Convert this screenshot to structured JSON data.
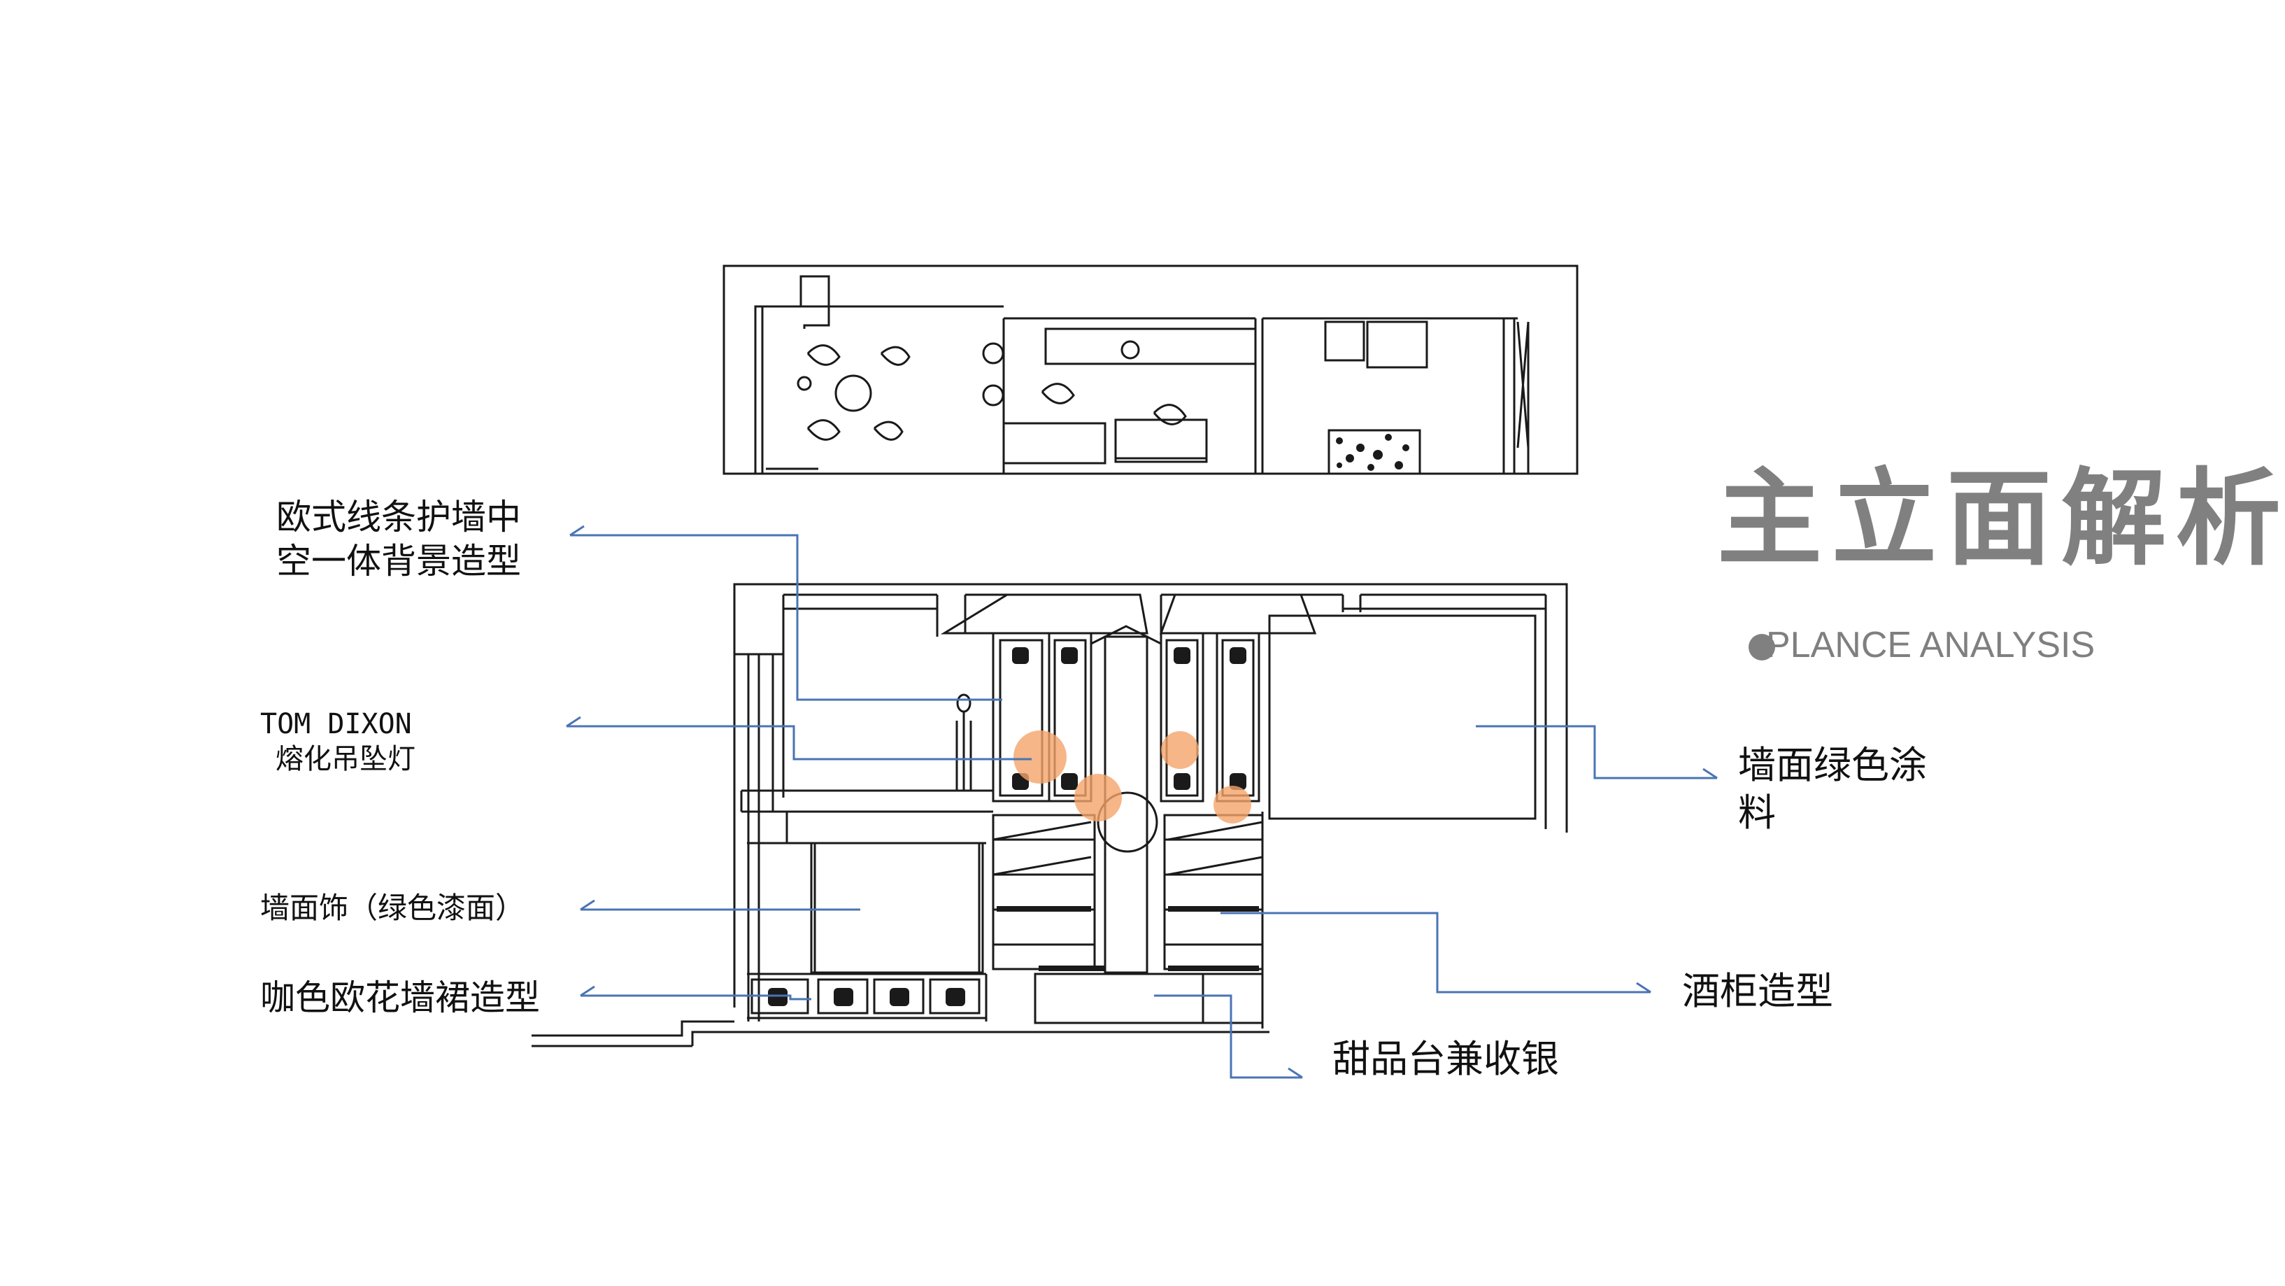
{
  "page": {
    "title": "主立面解析",
    "subtitle": "PLANCE ANALYSIS"
  },
  "labels": {
    "wall_backdrop": [
      "欧式线条护墙中",
      "空一体背景造型"
    ],
    "pendant_lamp": [
      "TOM DIXON",
      "熔化吊坠灯"
    ],
    "wall_finish": "墙面饰（绿色漆面）",
    "wainscot": "咖色欧花墙裙造型",
    "green_paint": [
      "墙面绿色涂",
      "料"
    ],
    "wine_cabinet": "酒柜造型",
    "dessert_counter": "甜品台兼收银"
  },
  "colors": {
    "leader": "#4a74b4",
    "line": "#1a1a1a",
    "lamp": "#f5a46a",
    "title": "#808080"
  }
}
